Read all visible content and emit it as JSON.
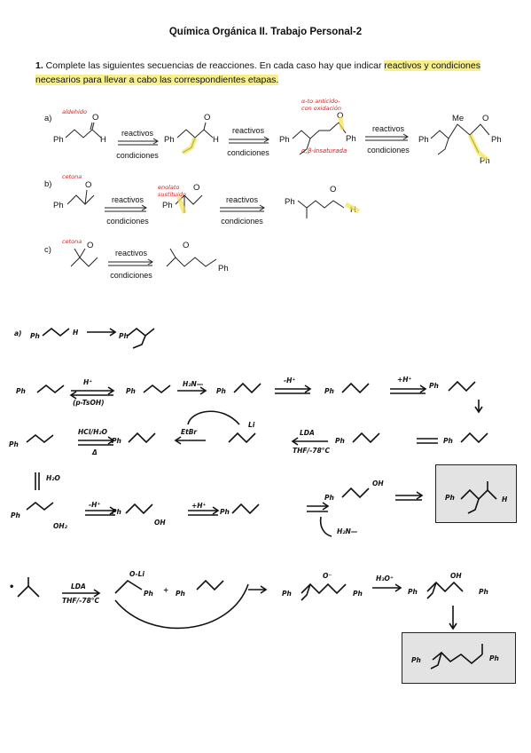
{
  "header": {
    "title": "Química Orgánica II. Trabajo Personal-2"
  },
  "instructions": {
    "number": "1.",
    "text_plain": " Complete las siguientes secuencias de reacciones. En cada caso hay que indicar ",
    "text_highlight_1": "reactivos y condiciones",
    "text_highlight_2": "necesarios para llevar a cabo las correspondientes etapas."
  },
  "sequences": {
    "a": {
      "label": "a)",
      "note_1": "aldehído",
      "note_2": "α,β-insaturada",
      "note_3": "α-to anticido-\ncon oxidación"
    },
    "b": {
      "label": "b)",
      "note_1": "cetona",
      "note_2": "enolato\nsustituido"
    },
    "c": {
      "label": "c)",
      "note_1": "cetona"
    }
  },
  "arrow_labels": {
    "top": "reactivos",
    "bottom": "condiciones"
  },
  "atoms": {
    "ph": "Ph",
    "h": "H",
    "o": "O",
    "me": "Me"
  },
  "handwritten": {
    "a_label": "a)",
    "ph": "Ph",
    "h_plus": "H⁺",
    "ptsoh": "(p-TsOH)",
    "amine": "H₂N—",
    "minus_h": "-H⁺",
    "plus_h": "+H⁺",
    "hcl": "HCl/H₂O",
    "delta": "Δ",
    "etbr": "EtBr",
    "lda": "LDA",
    "thf": "THF/-78°C",
    "h2o": "H₂O",
    "h3o": "H₃O⁺",
    "oli": "O-Li",
    "oh": "OH",
    "oh2": "OH₂",
    "li": "Li",
    "o_minus": "O⁻",
    "plus": "+"
  }
}
